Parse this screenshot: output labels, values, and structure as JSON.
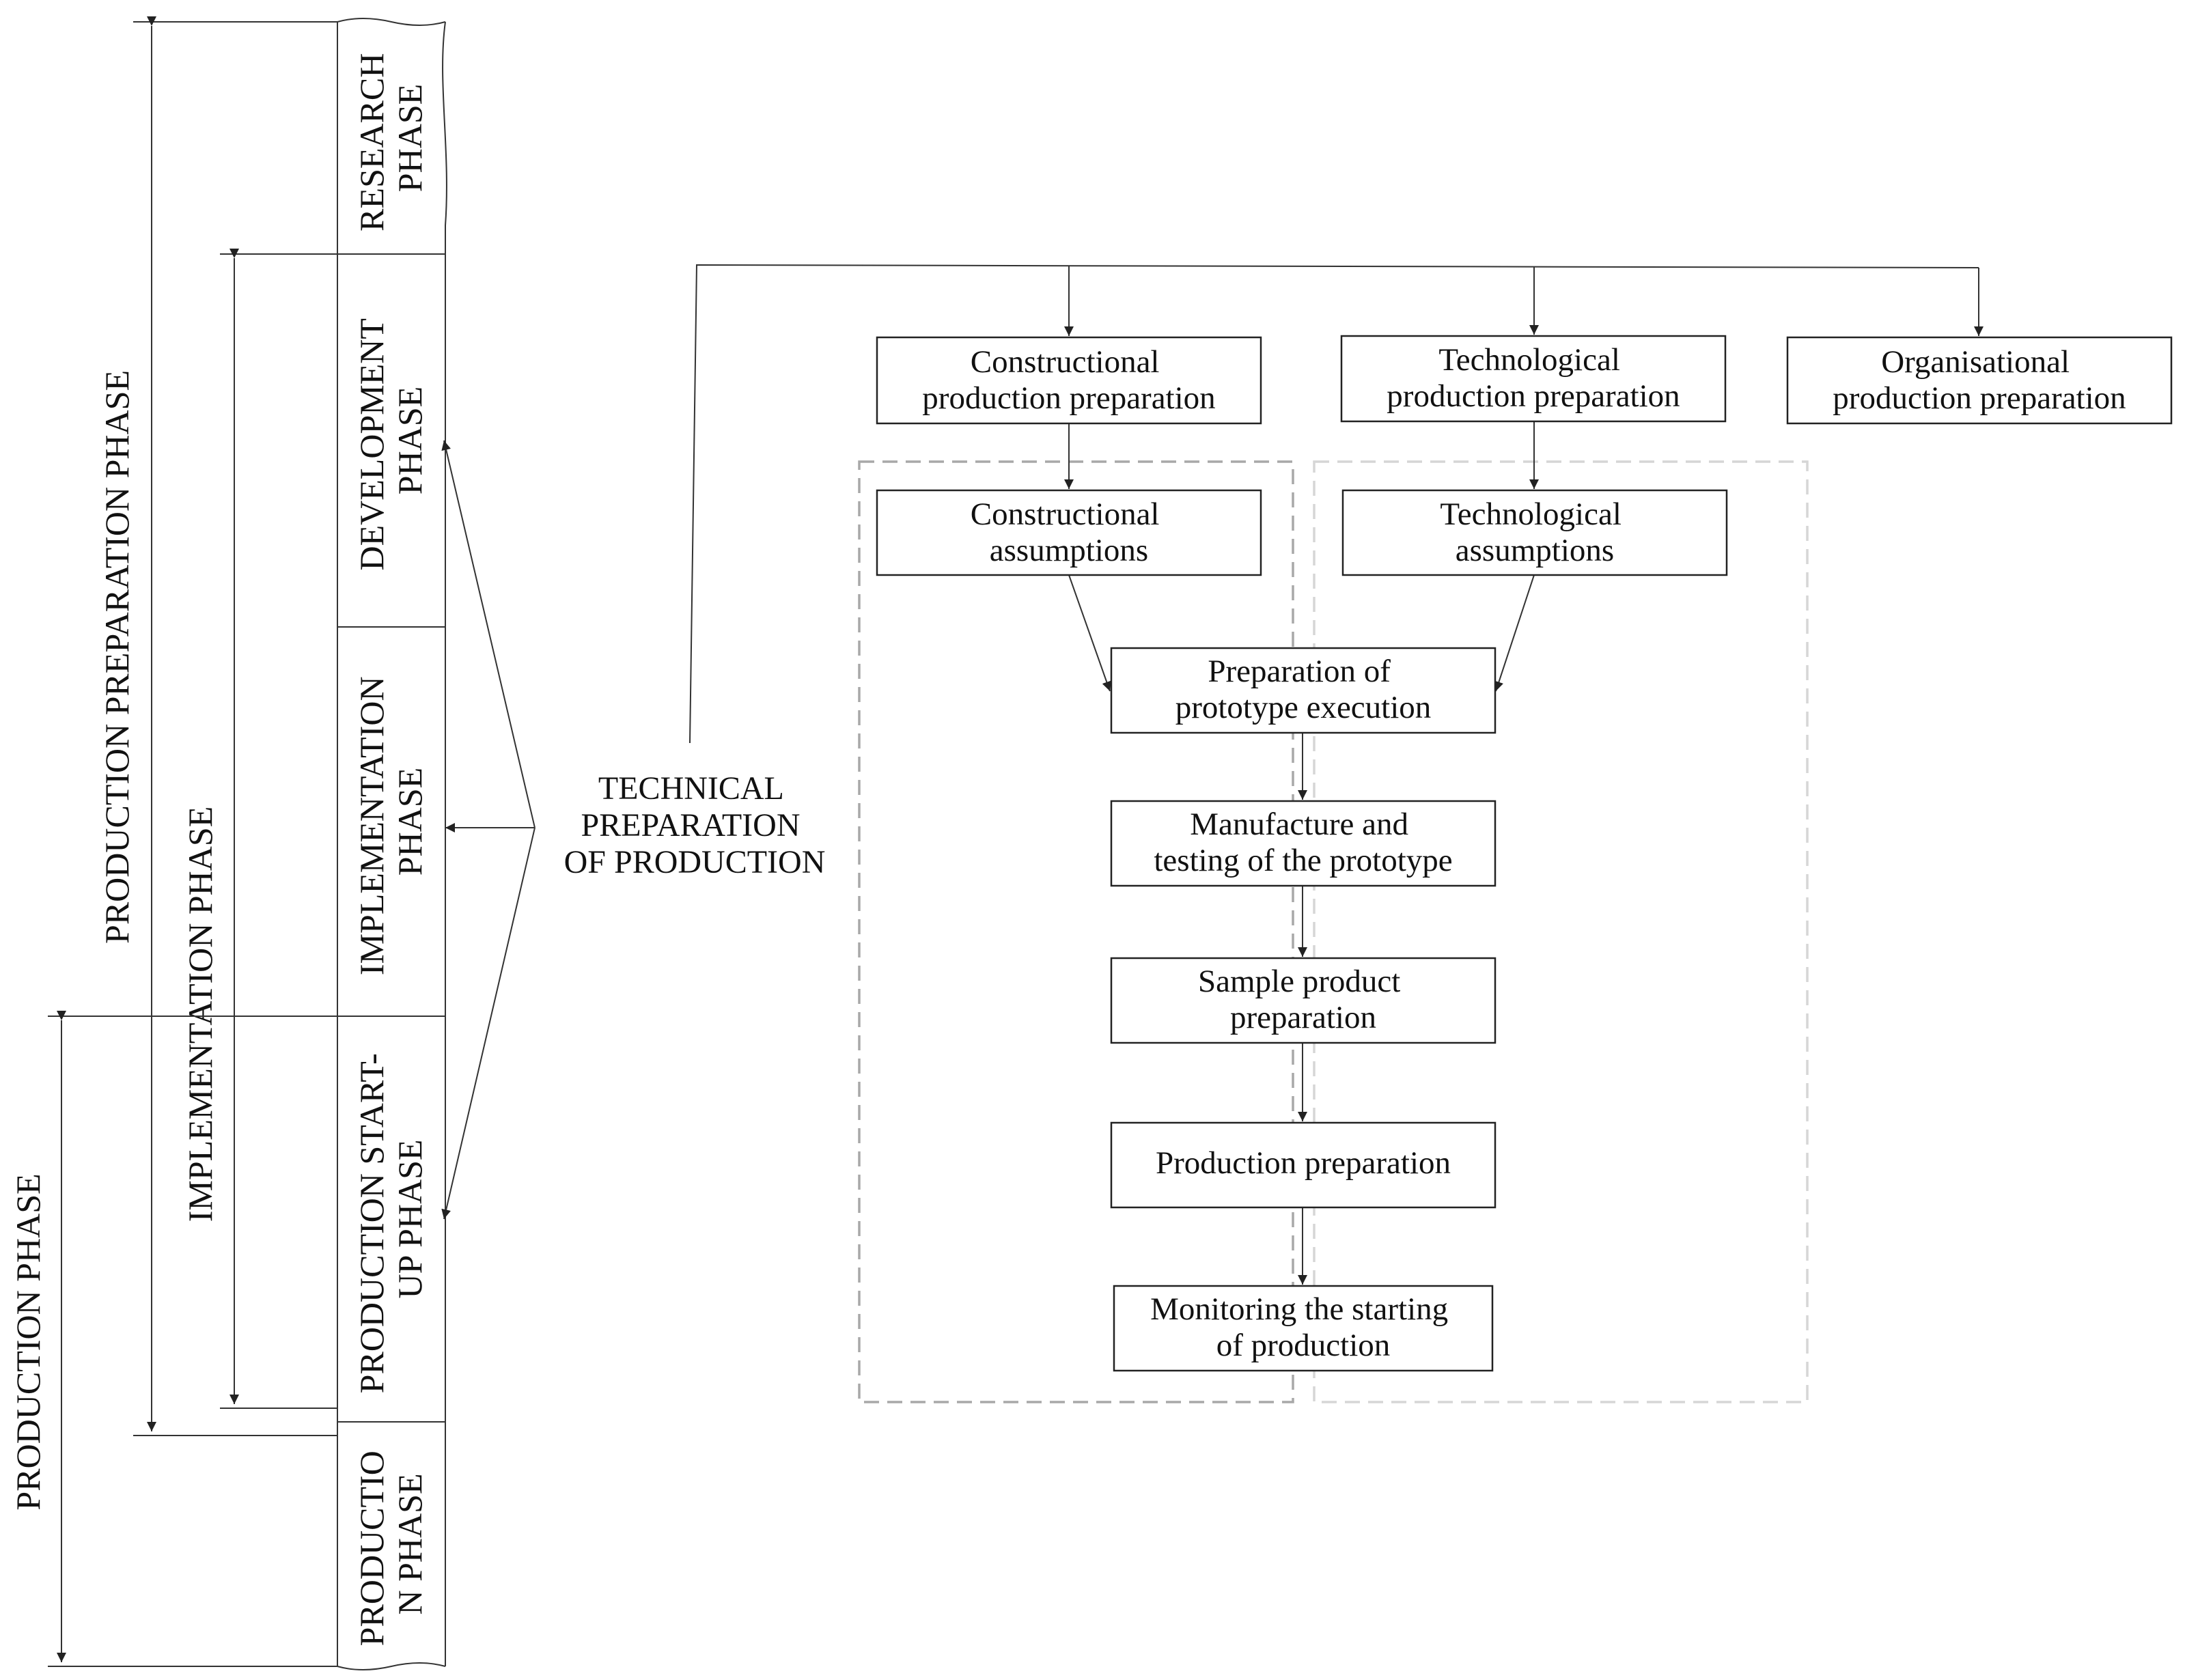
{
  "phases": {
    "research": [
      "RESEARCH",
      "PHASE"
    ],
    "development": [
      "DEVELOPMENT",
      "PHASE"
    ],
    "implementation": [
      "IMPLEMENTATION",
      "PHASE"
    ],
    "startup": [
      "PRODUCTION START-",
      "UP PHASE"
    ],
    "production": [
      "PRODUCTIO",
      "N PHASE"
    ]
  },
  "spans": {
    "production_preparation": "PRODUCTION PREPARATION PHASE",
    "implementation": "IMPLEMENTATION PHASE",
    "production": "PRODUCTION PHASE"
  },
  "technical": [
    "TECHNICAL",
    "PREPARATION",
    "OF PRODUCTION"
  ],
  "boxes": {
    "constructional_prep": [
      "Constructional",
      "production preparation"
    ],
    "technological_prep": [
      "Technological",
      "production preparation"
    ],
    "organisational_prep": [
      "Organisational",
      "production preparation"
    ],
    "constructional_assumptions": [
      "Constructional",
      "assumptions"
    ],
    "technological_assumptions": [
      "Technological",
      "assumptions"
    ],
    "prototype_execution": [
      "Preparation of",
      "prototype execution"
    ],
    "manufacture_testing": [
      "Manufacture and",
      "testing of the prototype"
    ],
    "sample_product": [
      "Sample product",
      "preparation"
    ],
    "production_prep": [
      "Production preparation"
    ],
    "monitoring": [
      "Monitoring the starting",
      "of production"
    ]
  }
}
